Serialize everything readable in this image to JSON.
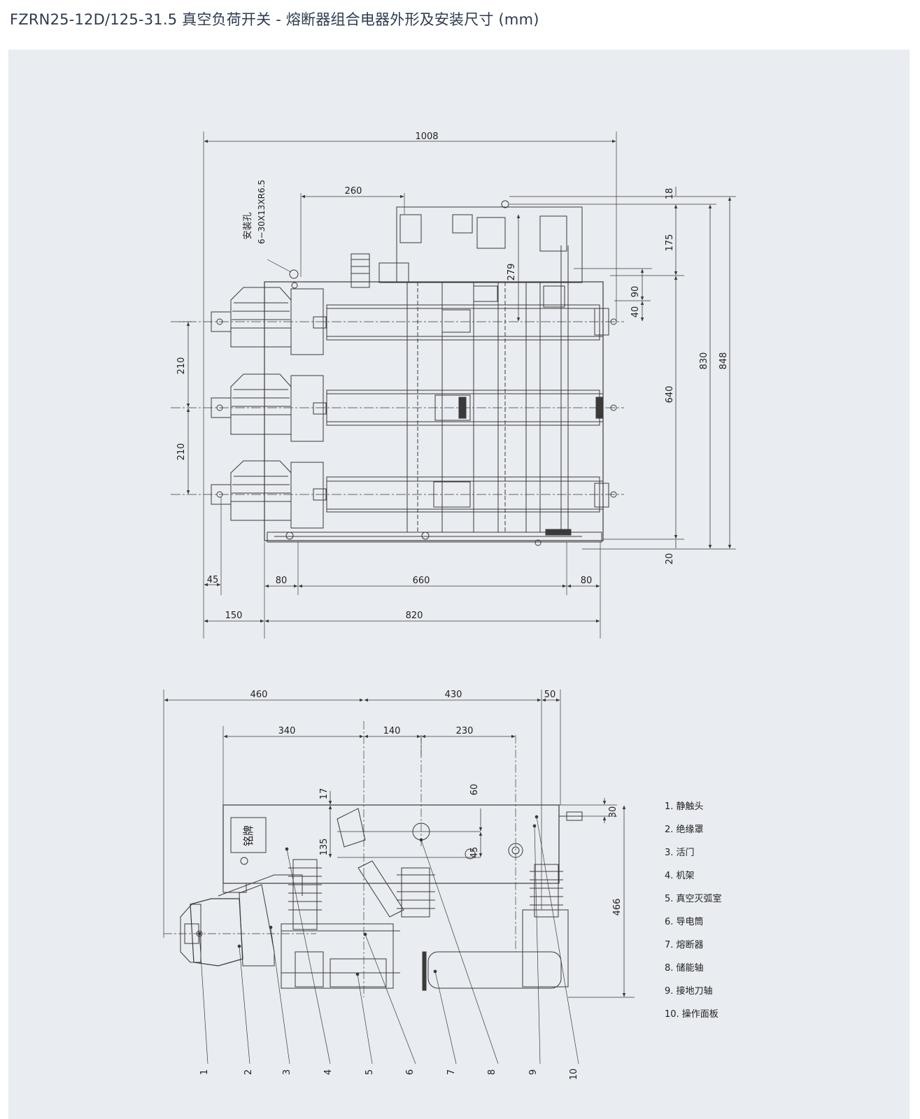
{
  "title": "FZRN25-12D/125-31.5 真空负荷开关 - 熔断器组合电器外形及安装尺寸 (mm)",
  "colors": {
    "background": "#ffffff",
    "panel": "#e9ecf0",
    "line": "#3a3a3a",
    "title": "#2d3b4e"
  },
  "top_view": {
    "mount_hole_label": "安装孔",
    "mount_hole_spec": "6−30X13XR6.5",
    "dims": {
      "overall_width": "1008",
      "d260": "260",
      "d18": "18",
      "d175": "175",
      "d279": "279",
      "d90": "90",
      "d40": "40",
      "d830": "830",
      "d848": "848",
      "d640": "640",
      "d20": "20",
      "pitch_upper": "210",
      "pitch_lower": "210",
      "d45": "45",
      "d80_left": "80",
      "d660": "660",
      "d80_right": "80",
      "d150": "150",
      "d820": "820"
    }
  },
  "side_view": {
    "nameplate": "铭牌",
    "dims": {
      "d460": "460",
      "d430": "430",
      "d50": "50",
      "d340": "340",
      "d140": "140",
      "d230": "230",
      "d17": "17",
      "d60": "60",
      "d30": "30",
      "d135": "135",
      "d45": "45",
      "d466": "466"
    },
    "callouts": [
      "1",
      "2",
      "3",
      "4",
      "5",
      "6",
      "7",
      "8",
      "9",
      "10"
    ]
  },
  "legend": [
    "1. 静触头",
    "2. 绝缘罩",
    "3. 活门",
    "4. 机架",
    "5. 真空灭弧室",
    "6. 导电筒",
    "7. 熔断器",
    "8. 储能轴",
    "9. 接地刀轴",
    "10. 操作面板"
  ]
}
